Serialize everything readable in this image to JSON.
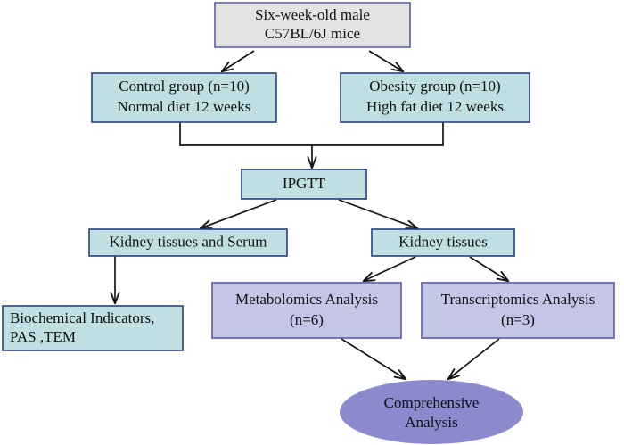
{
  "diagram": {
    "title": "Experimental workflow flowchart",
    "background_color": "#ffffff",
    "palette": {
      "gray_fill": "#e3e3e3",
      "gray_border": "#5b5ba5",
      "cyan_fill": "#bfdfe3",
      "cyan_border": "#2b3f80",
      "lavender_fill": "#c5c5e8",
      "lavender_border": "#5b5ba5",
      "ellipse_fill": "#8a8acd",
      "arrow_color": "#151515",
      "text_color": "#101014"
    },
    "nodes": [
      {
        "id": "animals",
        "name": "animal-model-box",
        "shape": "rect",
        "style": "gray",
        "lines": [
          "Six-week-old male",
          "C57BL/6J mice"
        ],
        "align": "center"
      },
      {
        "id": "control",
        "name": "control-group-box",
        "shape": "rect",
        "style": "cyan",
        "lines": [
          "Control group (n=10)",
          "Normal diet 12 weeks"
        ],
        "align": "center"
      },
      {
        "id": "obesity",
        "name": "obesity-group-box",
        "shape": "rect",
        "style": "cyan",
        "lines": [
          "Obesity group (n=10)",
          "High fat diet 12 weeks"
        ],
        "align": "center"
      },
      {
        "id": "ipgtt",
        "name": "ipgtt-box",
        "shape": "rect",
        "style": "cyan",
        "lines": [
          "IPGTT"
        ],
        "align": "center"
      },
      {
        "id": "kidney_serum",
        "name": "kidney-tissues-and-serum-box",
        "shape": "rect",
        "style": "cyan",
        "lines": [
          "Kidney tissues and Serum"
        ],
        "align": "center"
      },
      {
        "id": "kidney",
        "name": "kidney-tissues-box",
        "shape": "rect",
        "style": "cyan",
        "lines": [
          "Kidney tissues"
        ],
        "align": "center"
      },
      {
        "id": "biochem",
        "name": "biochemical-indicators-box",
        "shape": "rect",
        "style": "cyan",
        "lines": [
          "Biochemical Indicators,",
          "PAS ,TEM"
        ],
        "align": "left"
      },
      {
        "id": "metabolomics",
        "name": "metabolomics-analysis-box",
        "shape": "rect",
        "style": "lavender",
        "lines": [
          "Metabolomics Analysis",
          "(n=6)"
        ],
        "align": "center"
      },
      {
        "id": "transcriptomics",
        "name": "transcriptomics-analysis-box",
        "shape": "rect",
        "style": "lavender",
        "lines": [
          "Transcriptomics Analysis",
          "(n=3)"
        ],
        "align": "center"
      },
      {
        "id": "comprehensive",
        "name": "comprehensive-analysis-ellipse",
        "shape": "ellipse",
        "style": "ellipse",
        "lines": [
          "Comprehensive",
          "Analysis"
        ],
        "align": "center"
      }
    ],
    "edges": [
      {
        "name": "edge-animals-to-control",
        "from": "animals",
        "to": "control",
        "type": "diagonal-arrow"
      },
      {
        "name": "edge-animals-to-obesity",
        "from": "animals",
        "to": "obesity",
        "type": "diagonal-arrow"
      },
      {
        "name": "edge-control-to-ipgtt",
        "from": "control",
        "to": "ipgtt",
        "type": "elbow-merge"
      },
      {
        "name": "edge-obesity-to-ipgtt",
        "from": "obesity",
        "to": "ipgtt",
        "type": "elbow-merge"
      },
      {
        "name": "edge-ipgtt-to-kidney-serum",
        "from": "ipgtt",
        "to": "kidney_serum",
        "type": "diagonal-arrow"
      },
      {
        "name": "edge-ipgtt-to-kidney",
        "from": "ipgtt",
        "to": "kidney",
        "type": "diagonal-arrow"
      },
      {
        "name": "edge-kidney-serum-to-biochem",
        "from": "kidney_serum",
        "to": "biochem",
        "type": "vertical-arrow"
      },
      {
        "name": "edge-kidney-to-metabolomics",
        "from": "kidney",
        "to": "metabolomics",
        "type": "diagonal-arrow"
      },
      {
        "name": "edge-kidney-to-transcriptomics",
        "from": "kidney",
        "to": "transcriptomics",
        "type": "diagonal-arrow"
      },
      {
        "name": "edge-metabolomics-to-comprehensive",
        "from": "metabolomics",
        "to": "comprehensive",
        "type": "diagonal-arrow"
      },
      {
        "name": "edge-transcriptomics-to-comprehensive",
        "from": "transcriptomics",
        "to": "comprehensive",
        "type": "diagonal-arrow"
      }
    ]
  }
}
